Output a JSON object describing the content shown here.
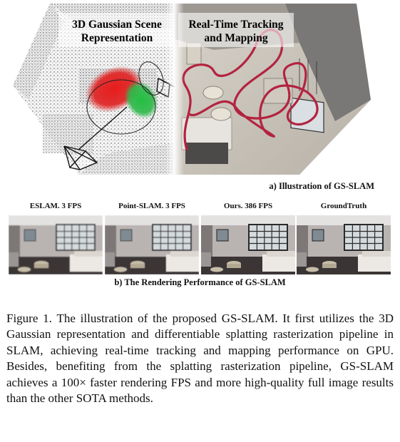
{
  "illustration": {
    "left_label": "3D Gaussian Scene Representation",
    "right_label": "Real-Time Tracking and Mapping",
    "caption": "a) Illustration of GS-SLAM"
  },
  "comparison": {
    "methods": [
      {
        "label": "ESLAM. 3 FPS"
      },
      {
        "label": "Point-SLAM. 3 FPS"
      },
      {
        "label": "Ours. 386 FPS"
      },
      {
        "label": "GroundTruth"
      }
    ],
    "caption": "b) The Rendering Performance of GS-SLAM"
  },
  "figure_caption": {
    "number": "Figure 1.",
    "text": "The illustration of the proposed GS-SLAM. It first utilizes the 3D Gaussian representation and differentiable splatting rasterization pipeline in SLAM, achieving real-time tracking and mapping performance on GPU. Besides, benefiting from the splatting rasterization pipeline, GS-SLAM achieves a 100× faster rendering FPS and more high-quality full image results than the other SOTA methods."
  },
  "colors": {
    "trajectory": "#b3233f",
    "gaussian_red": "#e02020",
    "gaussian_green": "#2fb84a",
    "room_floor": "#cdc7bd",
    "room_wall": "#6b6a6a"
  }
}
